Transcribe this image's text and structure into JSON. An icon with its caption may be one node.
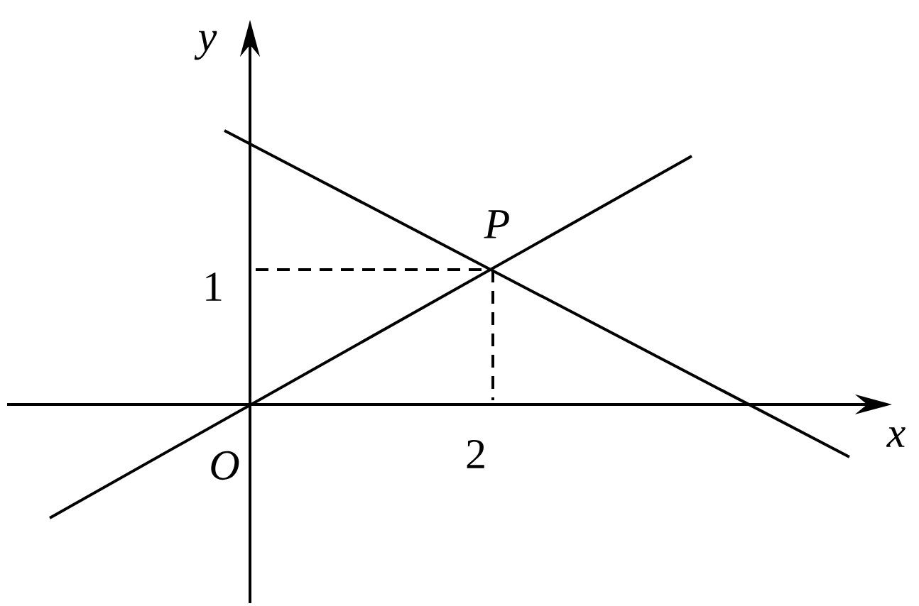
{
  "diagram": {
    "labels": [
      "y",
      "P",
      "1",
      "2",
      "O",
      "x"
    ]
  }
}
